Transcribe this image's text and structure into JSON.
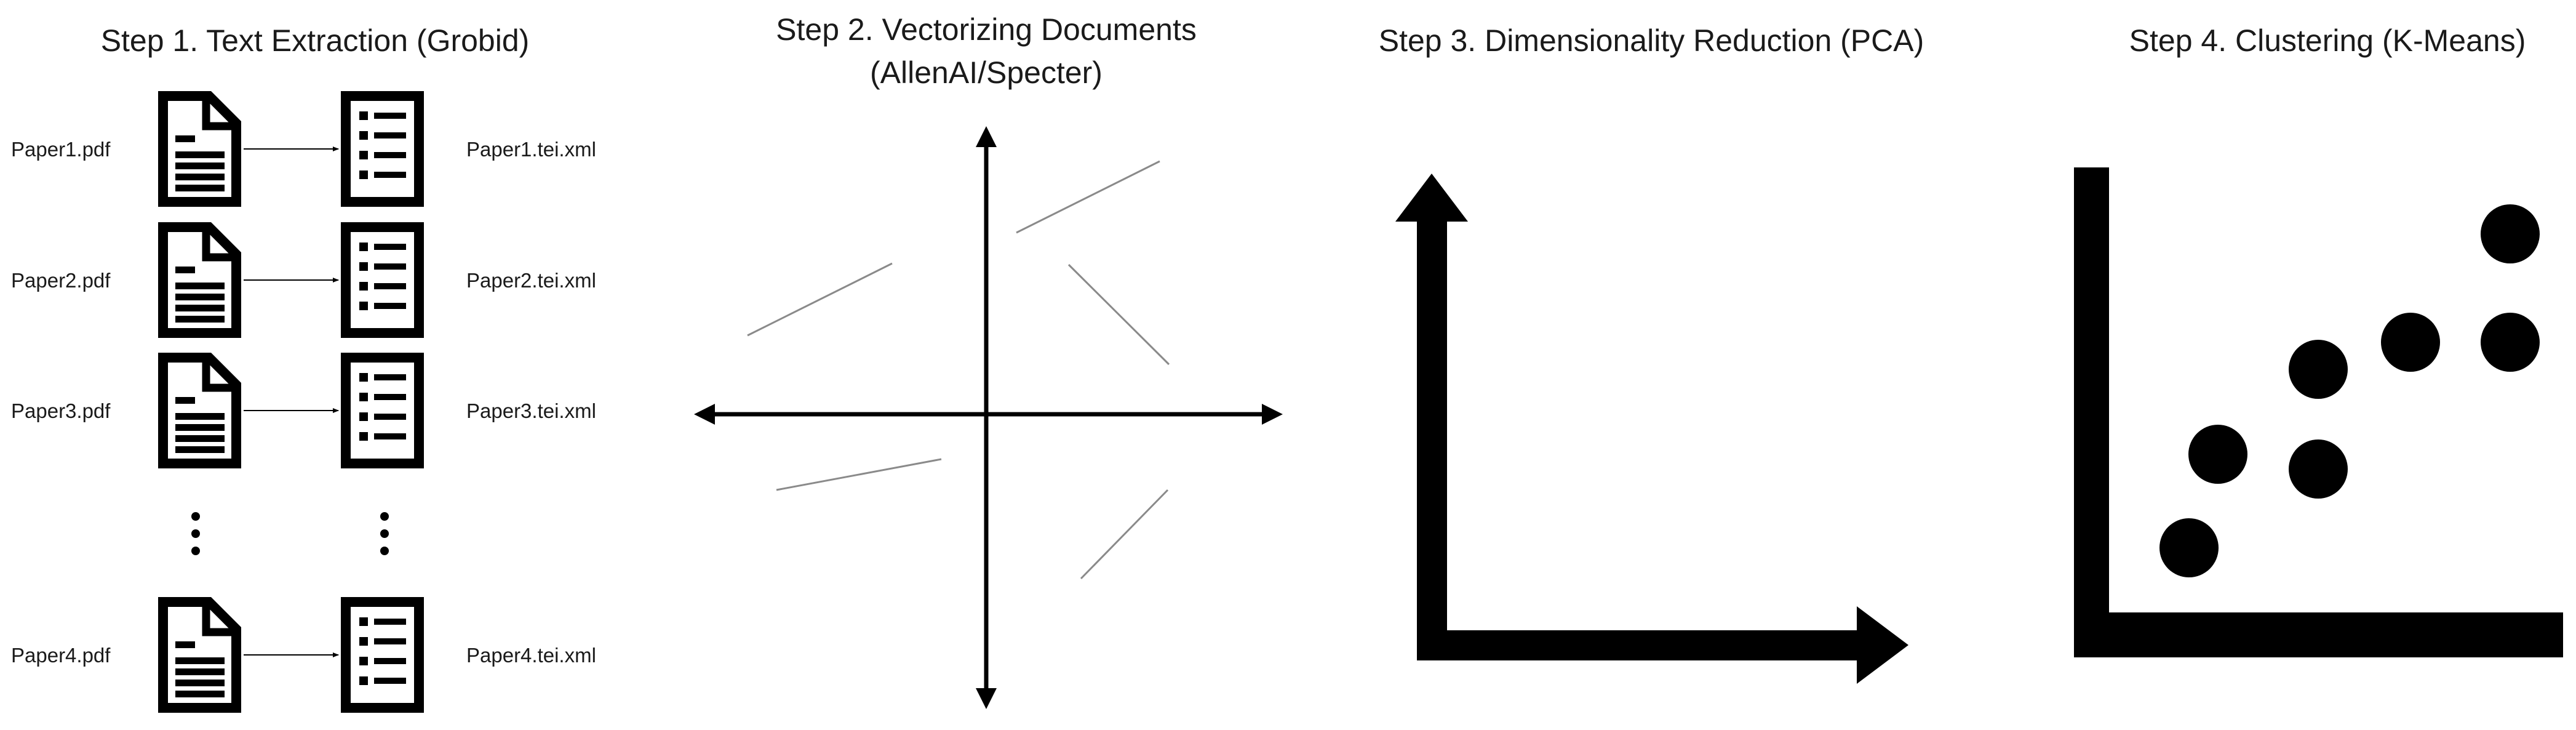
{
  "steps": [
    {
      "title_lines": [
        "Step 1. Text Extraction (Grobid)"
      ]
    },
    {
      "title_lines": [
        "Step 2. Vectorizing Documents",
        "(AllenAI/Specter)"
      ]
    },
    {
      "title_lines": [
        "Step 3. Dimensionality Reduction (PCA)"
      ]
    },
    {
      "title_lines": [
        "Step 4. Clustering (K-Means)"
      ]
    }
  ],
  "step1": {
    "files": [
      {
        "input": "Paper1.pdf",
        "output": "Paper1.tei.xml"
      },
      {
        "input": "Paper2.pdf",
        "output": "Paper2.tei.xml"
      },
      {
        "input": "Paper3.pdf",
        "output": "Paper3.tei.xml"
      },
      {
        "input": "Paper4.pdf",
        "output": "Paper4.tei.xml"
      }
    ],
    "icons": {
      "input": "pdf-document-icon",
      "output": "xml-list-document-icon"
    }
  },
  "colors": {
    "ink": "#000000",
    "thin_line": "#8a8a8a",
    "text": "#1a1a1a",
    "background": "#ffffff"
  }
}
